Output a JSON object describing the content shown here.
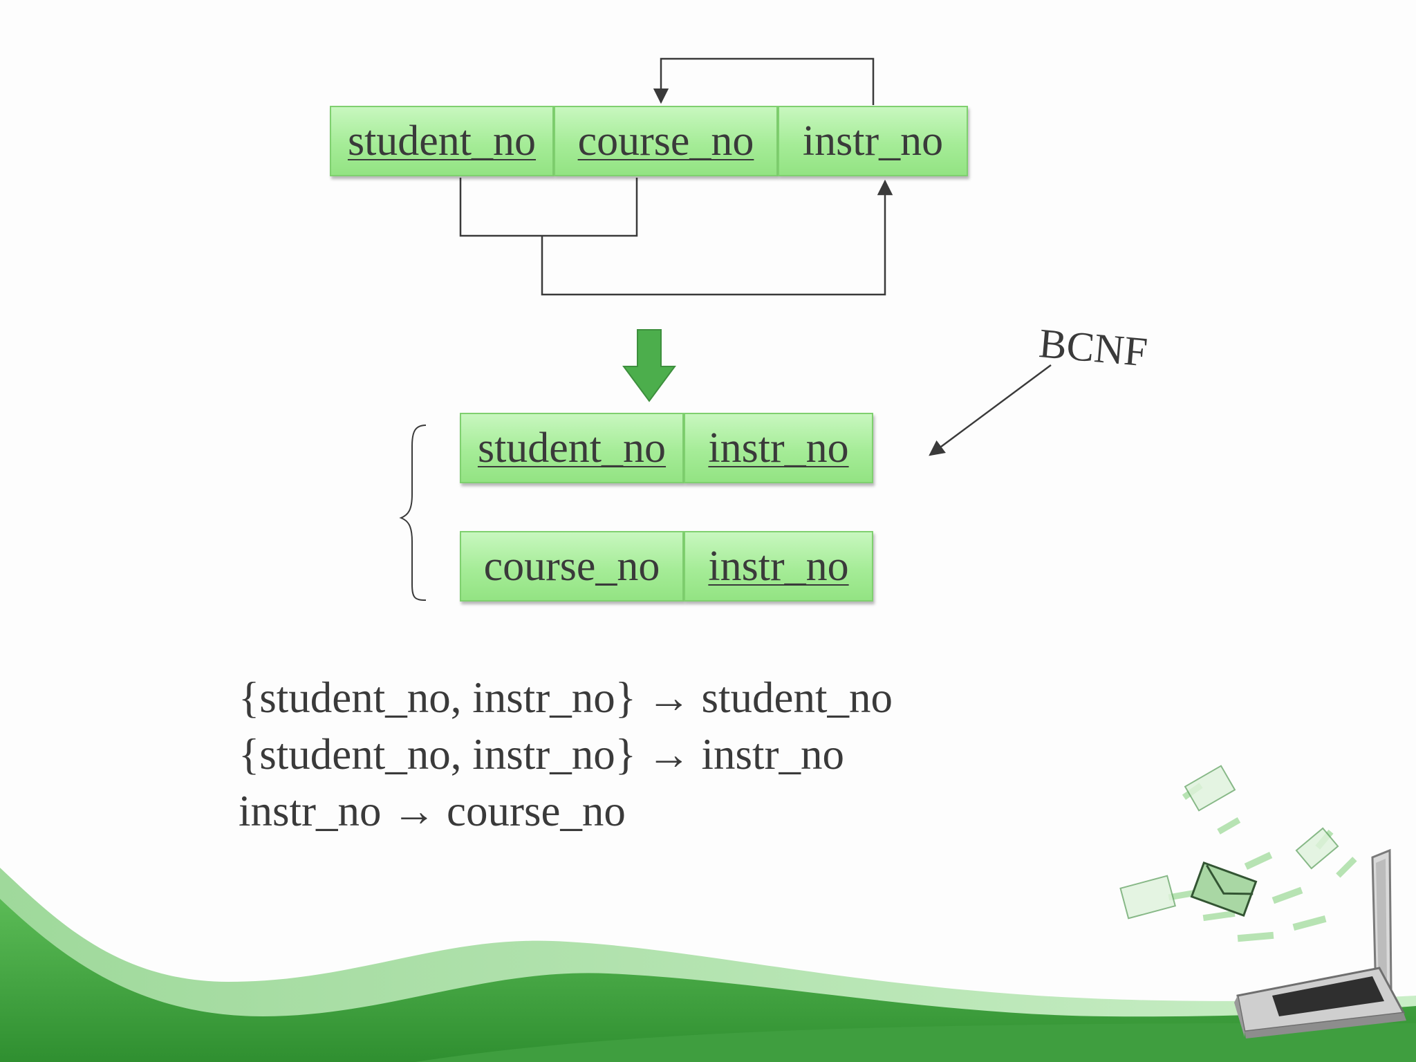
{
  "relations": {
    "original": {
      "cells": [
        {
          "label": "student_no",
          "key": true
        },
        {
          "label": "course_no",
          "key": true
        },
        {
          "label": "instr_no",
          "key": false
        }
      ]
    },
    "decomposed_1": {
      "cells": [
        {
          "label": "student_no",
          "key": true
        },
        {
          "label": "instr_no",
          "key": true
        }
      ]
    },
    "decomposed_2": {
      "cells": [
        {
          "label": "course_no",
          "key": false
        },
        {
          "label": "instr_no",
          "key": true
        }
      ]
    }
  },
  "annotation": {
    "label": "BCNF"
  },
  "functional_dependencies": [
    "{student_no, instr_no} → student_no",
    "{student_no, instr_no} → instr_no",
    "instr_no → course_no"
  ],
  "colors": {
    "cell_fill": "#a5ec97",
    "cell_border": "#7fd06f",
    "down_arrow": "#4cae4c",
    "line": "#3a3a3a",
    "wave_dark": "#4aa84a",
    "wave_light": "#8fd18a"
  },
  "icons": {
    "down_arrow": "block-arrow-down-icon",
    "brace": "left-curly-brace-icon",
    "laptop": "laptop-with-flying-envelopes-icon"
  }
}
